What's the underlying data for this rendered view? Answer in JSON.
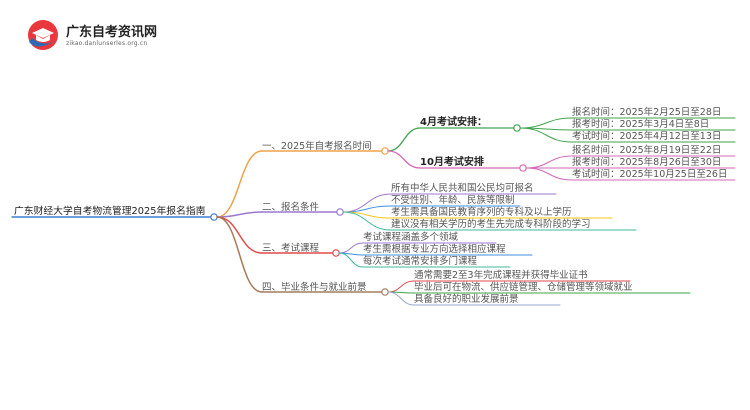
{
  "brand": {
    "title": "广东自考资讯网",
    "url": "zikao.danlunserles.org.cn",
    "colors": {
      "red": "#e8373d",
      "blue": "#2b6cb6",
      "shadow": "#9aa7b8"
    }
  },
  "root": "广东财经大学自考物流管理2025年报名指南",
  "branches": [
    {
      "label": "一、2025年自考报名时间",
      "color": "#f0a04a",
      "subs": [
        {
          "label": "4月考试安排：",
          "color": "#3fa34d",
          "leaves": [
            "报名时间：2025年2月25日至28日",
            "报考时间：2025年3月4日至8日",
            "考试时间：2025年4月12日至13日"
          ]
        },
        {
          "label": "10月考试安排",
          "color": "#d46ab5",
          "leaves": [
            "报名时间：2025年8月19日至22日",
            "报考时间：2025年8月26日至30日",
            "考试时间：2025年10月25日至26日"
          ]
        }
      ]
    },
    {
      "label": "二、报名条件",
      "color": "#9a78cf",
      "leaves": [
        "所有中华人民共和国公民均可报名",
        "不受性别、年龄、民族等限制",
        "考生需具备国民教育序列的专科及以上学历",
        "建议没有相关学历的考生先完成专科阶段的学习"
      ],
      "leafColors": [
        "#9a78cf",
        "#3f8fe0",
        "#f0c419",
        "#3fb8a0"
      ]
    },
    {
      "label": "三、考试课程",
      "color": "#e04b4b",
      "leaves": [
        "考试课程涵盖多个领域",
        "考生需根据专业方向选择相应课程",
        "每次考试通常安排多门课程"
      ],
      "leafColors": [
        "#9a78cf",
        "#3f8fe0",
        "#3fb8a0"
      ]
    },
    {
      "label": "四、毕业条件与就业前景",
      "color": "#a87a5a",
      "leaves": [
        "通常需要2至3年完成课程并获得毕业证书",
        "毕业后可在物流、供应链管理、仓储管理等领域就业",
        "具备良好的职业发展前景"
      ],
      "leafColors": [
        "#e04b4b",
        "#3fa34d",
        "#9aa7c8"
      ]
    }
  ]
}
